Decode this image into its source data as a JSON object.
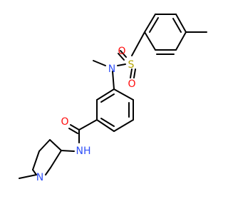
{
  "molecule": {
    "colors": {
      "carbon_bond": "#000000",
      "oxygen": "#ff0d0d",
      "nitrogen": "#3050f8",
      "sulfur": "#b3a300",
      "background": "#ffffff"
    },
    "atom_labels": {
      "sulfonyl_o_left": "O",
      "sulfonyl_o_bottom": "O",
      "sulfur": "S",
      "sulfonamide_n": "N",
      "carbonyl_o": "O",
      "amide_nh": "NH",
      "piperidine_n": "N"
    }
  }
}
